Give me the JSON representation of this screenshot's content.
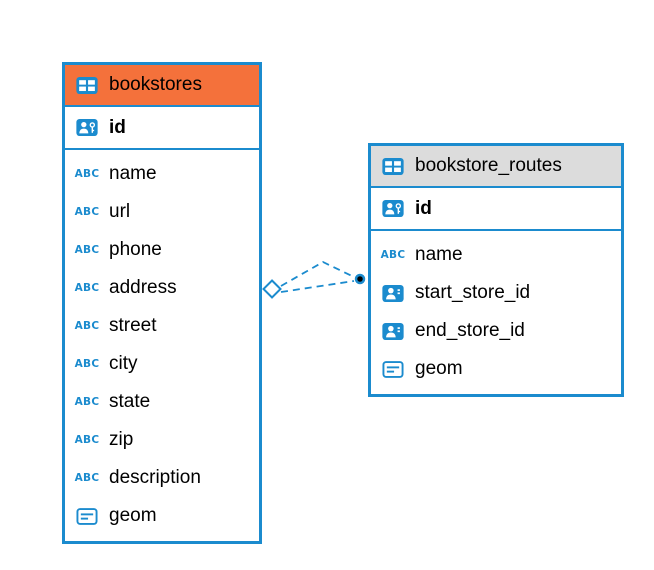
{
  "diagram": {
    "kind": "entity-relationship",
    "colors": {
      "accent_blue": "#1b8bce",
      "selected_table_header": "#f4713b",
      "table_header": "#dcdcdc",
      "relationship_endpoint_dot": "#000000",
      "background": "#ffffff"
    },
    "icons": {
      "text_type_label": "ABC",
      "table_icon": "table-grid",
      "primary_key_icon": "person-with-key",
      "reference_icon": "person",
      "geometry_icon": "lines-box"
    },
    "tables": [
      {
        "name": "bookstores",
        "selected": true,
        "pk": {
          "name": "id"
        },
        "columns": [
          {
            "name": "name",
            "type": "text"
          },
          {
            "name": "url",
            "type": "text"
          },
          {
            "name": "phone",
            "type": "text"
          },
          {
            "name": "address",
            "type": "text"
          },
          {
            "name": "street",
            "type": "text"
          },
          {
            "name": "city",
            "type": "text"
          },
          {
            "name": "state",
            "type": "text"
          },
          {
            "name": "zip",
            "type": "text"
          },
          {
            "name": "description",
            "type": "text"
          },
          {
            "name": "geom",
            "type": "geometry"
          }
        ]
      },
      {
        "name": "bookstore_routes",
        "selected": false,
        "pk": {
          "name": "id"
        },
        "columns": [
          {
            "name": "name",
            "type": "text"
          },
          {
            "name": "start_store_id",
            "type": "reference"
          },
          {
            "name": "end_store_id",
            "type": "reference"
          },
          {
            "name": "geom",
            "type": "geometry"
          }
        ]
      }
    ],
    "relationships": [
      {
        "from": "bookstore_routes.start_store_id",
        "to": "bookstores.id",
        "style": "dashed"
      },
      {
        "from": "bookstore_routes.end_store_id",
        "to": "bookstores.id",
        "style": "dashed"
      }
    ]
  }
}
